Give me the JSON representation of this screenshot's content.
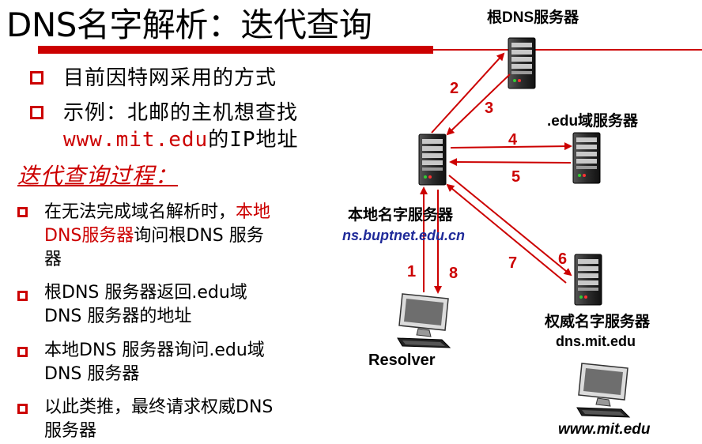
{
  "title": "DNS名字解析：迭代查询",
  "bullets_top": [
    {
      "text": "目前因特网采用的方式"
    },
    {
      "text": "示例：北邮的主机想查找",
      "line2_red": "www.mit.edu",
      "line2_black": "的IP地址"
    }
  ],
  "section_title": "迭代查询过程：",
  "steps": [
    {
      "red": "",
      "black": "在无法完成域名解析时，",
      "red2": "本地",
      "line2_red": "DNS服务器",
      "line2_black": "询问根DNS 服务",
      "line3": "器"
    },
    {
      "line1": "根DNS 服务器返回.edu域",
      "line2": "DNS 服务器的地址"
    },
    {
      "line1": "本地DNS 服务器询问.edu域",
      "line2": "DNS 服务器"
    },
    {
      "line1": "以此类推，最终请求权威DNS",
      "line2": "服务器"
    }
  ],
  "diagram": {
    "root_label": "根DNS服务器",
    "edu_label": ".edu域服务器",
    "local_label": "本地名字服务器",
    "local_host": "ns.buptnet.edu.cn",
    "auth_label": "权威名字服务器",
    "auth_host": "dns.mit.edu",
    "resolver_label": "Resolver",
    "client_label": "www.mit.edu",
    "arrow_numbers": [
      "1",
      "2",
      "3",
      "4",
      "5",
      "6",
      "7",
      "8"
    ]
  },
  "colors": {
    "accent": "#cc0000",
    "arrow": "#cc0000"
  }
}
